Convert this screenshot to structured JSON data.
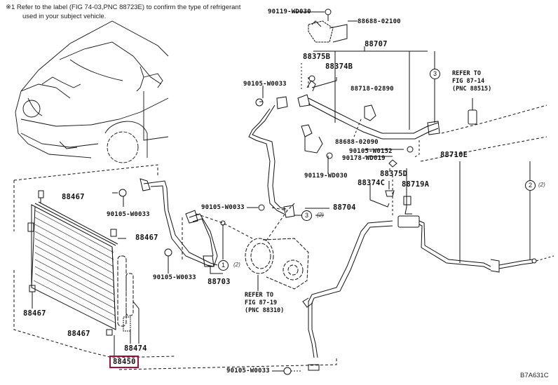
{
  "note": {
    "line1": "※1 Refer to the label (FIG 74-03,PNC 88723E) to confirm the type of refrigerant",
    "line2": "used in your subject vehicle."
  },
  "parts": {
    "p90119_top": "90119-WD030",
    "p88688_02100": "88688-02100",
    "p88707": "88707",
    "p88375B": "88375B",
    "p88374B": "88374B",
    "p90105_w0033_a": "90105-W0033",
    "p88718_02890": "88718-02890",
    "p88688_02090": "88688-02090",
    "p90105_w0152": "90105-W0152",
    "p90178_wd019": "90178-WD019",
    "p90119_wd030_b": "90119-WD030",
    "p88375D": "88375D",
    "p88374C": "88374C",
    "p88719A": "88719A",
    "p88710E": "88710E",
    "p88704": "88704",
    "p90105_w0033_b": "90105-W0033",
    "p90105_w0033_c": "90105-W0033",
    "p90105_w0033_d": "90105-W0033",
    "p90105_w0033_e": "90105-W0033",
    "p88703": "88703",
    "p88467_a": "88467",
    "p88467_b": "88467",
    "p88467_c": "88467",
    "p88467_d": "88467",
    "p88474": "88474",
    "p88450": "88450"
  },
  "refs": {
    "ref1": {
      "line1": "REFER TO",
      "line2": "FIG 87-14",
      "line3": "(PNC 88515)"
    },
    "ref2": {
      "line1": "REFER TO",
      "line2": "FIG 87-19",
      "line3": "(PNC 88310)"
    }
  },
  "callouts": {
    "c1": "1",
    "c2": "2",
    "c3a": "3",
    "c3b": "3",
    "suffix": "(2)"
  },
  "highlight": {
    "part": "88450",
    "color": "#a0103a"
  },
  "diagram_code": "B7A631C"
}
